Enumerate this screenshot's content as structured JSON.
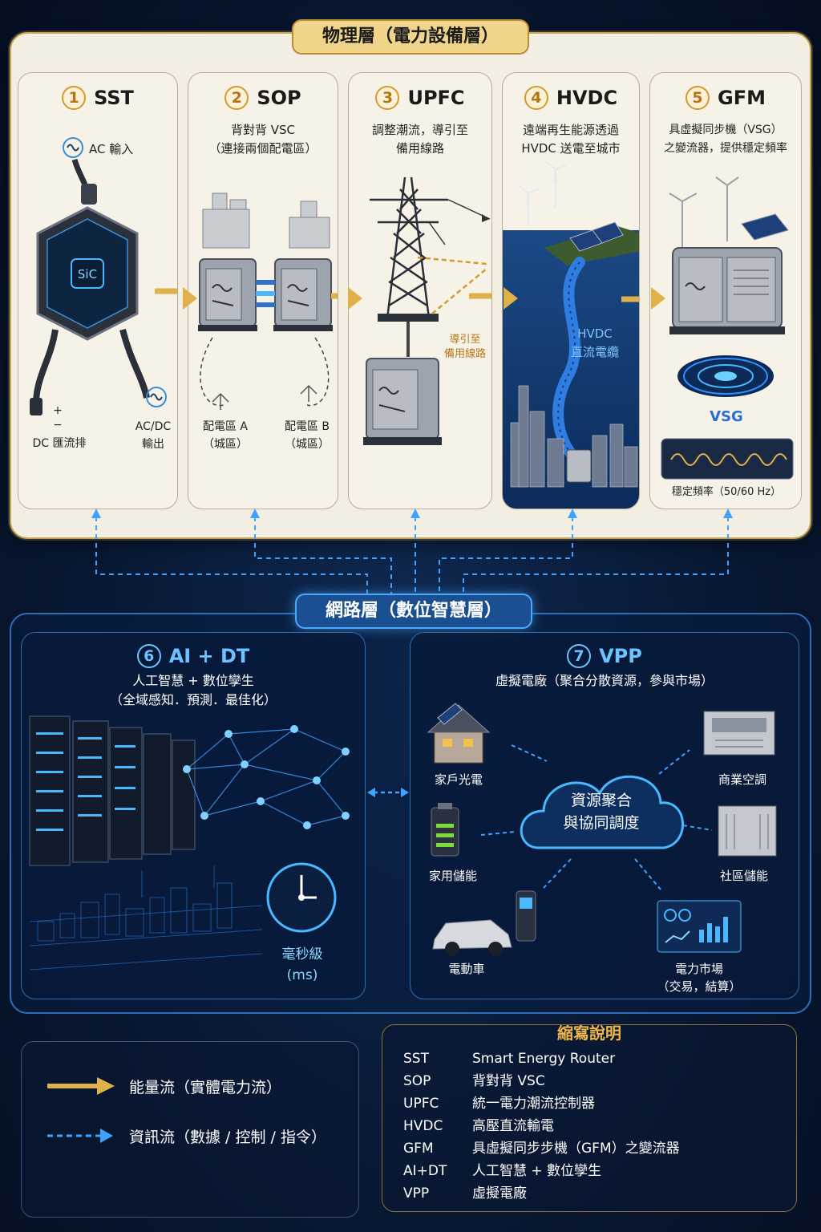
{
  "physical_layer": {
    "title": "物理層（電力設備層）",
    "cards": [
      {
        "num": "1",
        "name": "SST",
        "labels": {
          "ac_in": "AC 輸入",
          "dc_bus": "DC 匯流排",
          "acdc_out_1": "AC/DC",
          "acdc_out_2": "輸出",
          "chip": "SiC",
          "plus": "+",
          "minus": "−"
        }
      },
      {
        "num": "2",
        "name": "SOP",
        "desc_1": "背對背 VSC",
        "desc_2": "（連接兩個配電區）",
        "labels": {
          "a1": "配電區 A",
          "a2": "（城區）",
          "b1": "配電區 B",
          "b2": "（城區）"
        }
      },
      {
        "num": "3",
        "name": "UPFC",
        "desc_1": "調整潮流，導引至",
        "desc_2": "備用線路",
        "labels": {
          "guide_1": "導引至",
          "guide_2": "備用線路"
        }
      },
      {
        "num": "4",
        "name": "HVDC",
        "desc_1": "遠端再生能源透過",
        "desc_2": "HVDC 送電至城市",
        "labels": {
          "cable_1": "HVDC",
          "cable_2": "直流電纜"
        }
      },
      {
        "num": "5",
        "name": "GFM",
        "desc_1": "具虛擬同步機（VSG）",
        "desc_2": "之變流器，提供穩定頻率",
        "labels": {
          "vsg": "VSG",
          "freq": "穩定頻率（50/60 Hz）"
        }
      }
    ]
  },
  "network_layer": {
    "title": "網路層（數位智慧層）",
    "ai": {
      "num": "6",
      "name": "AI + DT",
      "desc_1": "人工智慧 + 數位孿生",
      "desc_2": "（全域感知．預測．最佳化）",
      "ms_1": "毫秒級",
      "ms_2": "(ms)"
    },
    "vpp": {
      "num": "7",
      "name": "VPP",
      "desc": "虛擬電廠（聚合分散資源，參與市場）",
      "cloud_1": "資源聚合",
      "cloud_2": "與協同調度",
      "nodes": {
        "home_pv": "家戶光電",
        "home_storage": "家用儲能",
        "ev": "電動車",
        "commercial_ac": "商業空調",
        "community_storage": "社區儲能",
        "market_1": "電力市場",
        "market_2": "（交易，結算）"
      }
    }
  },
  "legend": {
    "energy": "能量流（實體電力流）",
    "info": "資訊流（數據 / 控制 / 指令）"
  },
  "abbreviations": {
    "title": "縮寫說明",
    "rows": [
      {
        "key": "SST",
        "value": "Smart Energy Router"
      },
      {
        "key": "SOP",
        "value": "背對背 VSC"
      },
      {
        "key": "UPFC",
        "value": "統一電力潮流控制器"
      },
      {
        "key": "HVDC",
        "value": "高壓直流輸電"
      },
      {
        "key": "GFM",
        "value": "具虛擬同步步機（GFM）之變流器"
      },
      {
        "key": "AI+DT",
        "value": "人工智慧 + 數位孿生"
      },
      {
        "key": "VPP",
        "value": "虛擬電廠"
      }
    ]
  },
  "colors": {
    "energy_flow": "#e0b04a",
    "info_flow": "#3fa2ff",
    "accent_gold": "#d49b2c",
    "accent_blue": "#6cc3ff"
  }
}
